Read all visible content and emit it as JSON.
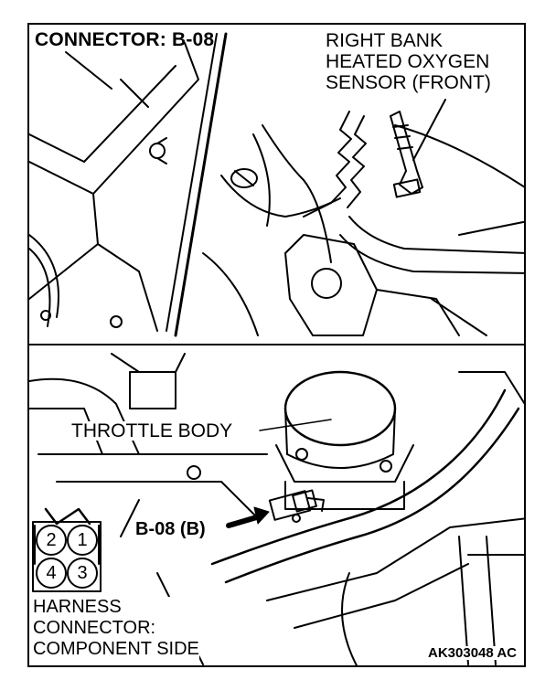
{
  "labels": {
    "title": "CONNECTOR: B-08",
    "sensor": "RIGHT BANK\nHEATED OXYGEN\nSENSOR (FRONT)",
    "throttle_body": "THROTTLE BODY",
    "connector_callout": "B-08 (B)",
    "harness": "HARNESS\nCONNECTOR:\nCOMPONENT SIDE",
    "figure_code": "AK303048 AC"
  },
  "connector_pins": {
    "top_left": "2",
    "top_right": "1",
    "bottom_left": "4",
    "bottom_right": "3"
  }
}
